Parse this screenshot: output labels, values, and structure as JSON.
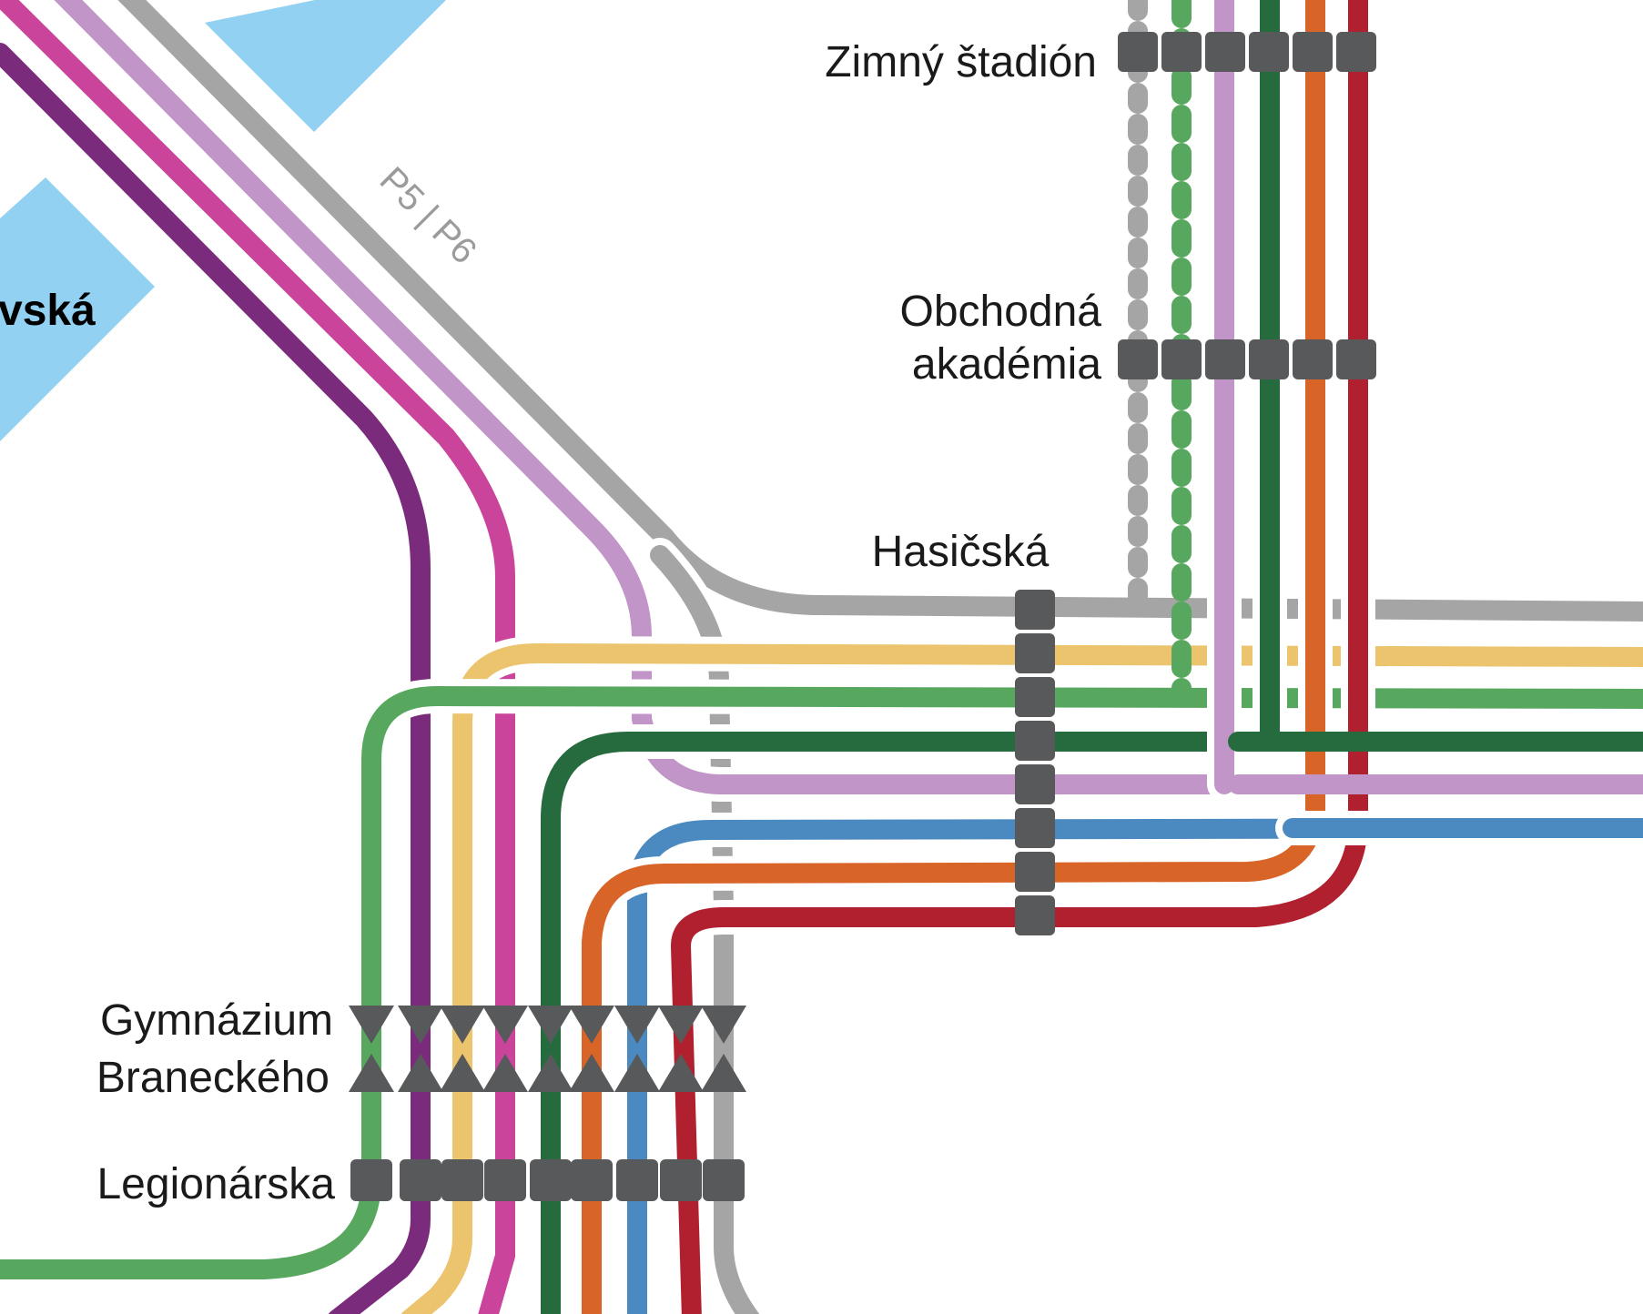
{
  "district_label": "vská",
  "route_tag": "P5 | P6",
  "colors": {
    "purple": "#7b2b7c",
    "magenta": "#c9449a",
    "lilac": "#c195c7",
    "grey": "#a5a5a5",
    "yellow": "#ebc46d",
    "light_green": "#57a85e",
    "dark_green": "#266b3e",
    "orange": "#d96428",
    "blue": "#4a8ac0",
    "red": "#b1202e",
    "water": "#92d1f2",
    "stop": "#58595b"
  },
  "stations": {
    "zimny_stadion": {
      "label": "Zimný štadión"
    },
    "obchodna_akademia": {
      "line1": "Obchodná",
      "line2": "akadémia"
    },
    "hasicska": {
      "label": "Hasičská"
    },
    "gymnazium": {
      "line1": "Gymnázium",
      "line2": "Braneckého"
    },
    "legionarska": {
      "label": "Legionárska"
    }
  }
}
